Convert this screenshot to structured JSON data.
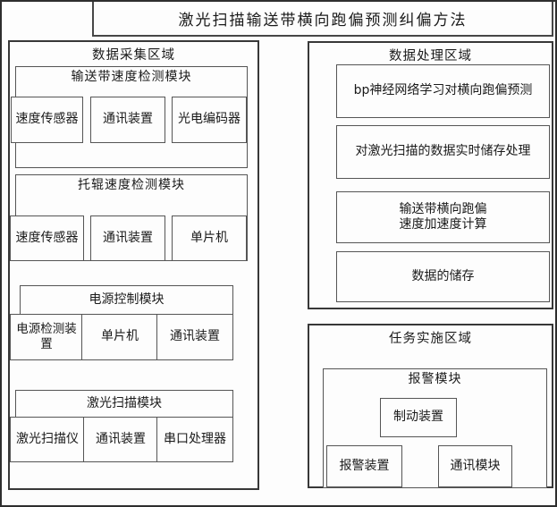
{
  "title": "激光扫描输送带横向跑偏预测纠偏方法",
  "collection_region": {
    "title": "数据采集区域",
    "modules": [
      {
        "title": "输送带速度检测模块",
        "items": [
          "速度传感器",
          "通讯装置",
          "光电编码器"
        ]
      },
      {
        "title": "托辊速度检测模块",
        "items": [
          "速度传感器",
          "通讯装置",
          "单片机"
        ]
      },
      {
        "title": "电源控制模块",
        "items": [
          "电源检测装置",
          "单片机",
          "通讯装置"
        ]
      },
      {
        "title": "激光扫描模块",
        "items": [
          "激光扫描仪",
          "通讯装置",
          "串口处理器"
        ]
      }
    ]
  },
  "processing_region": {
    "title": "数据处理区域",
    "steps": [
      {
        "lines": [
          "bp神经网络学习对横向跑偏预测"
        ]
      },
      {
        "lines": [
          "对激光扫描的数据实时储存处理"
        ]
      },
      {
        "lines": [
          "输送带横向跑偏",
          "速度加速度计算"
        ]
      },
      {
        "lines": [
          "数据的储存"
        ]
      }
    ]
  },
  "task_region": {
    "title": "任务实施区域",
    "alarm_module": {
      "title": "报警模块",
      "brake_device": "制动装置",
      "alarm_device": "报警装置",
      "comm_module": "通讯模块"
    }
  },
  "colors": {
    "line": "#454545",
    "background": "#fdfdfd",
    "text": "#1a1a1a"
  }
}
